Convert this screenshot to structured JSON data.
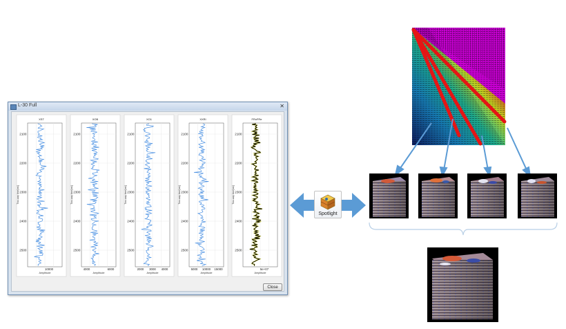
{
  "window": {
    "title": "L-30 Full",
    "close_glyph": "✕",
    "close_button": "Close"
  },
  "tracks": [
    {
      "name": "XST",
      "ticks": [
        "10000"
      ],
      "wiggle": "blue"
    },
    {
      "name": "XOB",
      "ticks": [
        "4000",
        "6000"
      ],
      "wiggle": "blue"
    },
    {
      "name": "XO1",
      "ticks": [
        "2000",
        "3000",
        "4000"
      ],
      "wiggle": "blue"
    },
    {
      "name": "XXRI",
      "ticks": [
        "5000",
        "10000",
        "15000"
      ],
      "wiggle": "blue"
    },
    {
      "name": "FRxFRe",
      "ticks": [
        "5e+07"
      ],
      "wiggle": "black"
    }
  ],
  "depth_ticks": [
    "2100",
    "2200",
    "2300",
    "2400",
    "2500"
  ],
  "axis_labels": {
    "x": "Amplitude",
    "y": "Two-way time[ms]"
  },
  "spotlight": {
    "label": "Spotlight",
    "icon": "spotlight-box-icon"
  },
  "colors": {
    "trace_blue": "#4a90e2",
    "trace_black": "#000000",
    "trace_yellow": "#e8e84a",
    "arrow_blue": "#5b9bd5",
    "red_line": "#e51515"
  },
  "icons": [
    "close-icon",
    "window-icon",
    "arrow-left-icon",
    "arrow-right-icon",
    "spotlight-box-icon"
  ]
}
